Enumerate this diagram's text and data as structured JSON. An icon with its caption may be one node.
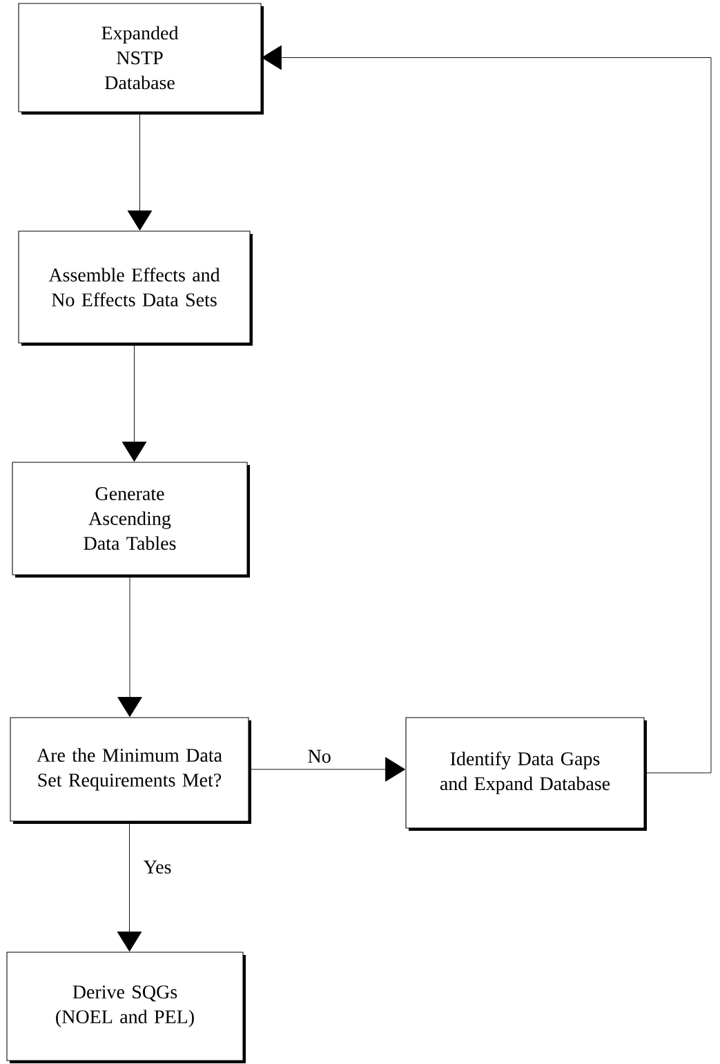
{
  "diagram": {
    "nodes": [
      {
        "text": [
          "Expanded NSTP Database"
        ]
      },
      {
        "text": [
          "Assemble Effects and No Effects Data Sets"
        ]
      },
      {
        "text": [
          "Generate Ascending Data Tables"
        ]
      },
      {
        "text": [
          "Are the Minimum Data Set Requirements Met?"
        ]
      },
      {
        "text": [
          "Identify Data Gaps and Expand Database"
        ]
      },
      {
        "text": [
          "Derive SQGs (NOEL and PEL)"
        ]
      }
    ],
    "edges": [
      {
        "from": 0,
        "to": 1,
        "arrow": "to"
      },
      {
        "from": 1,
        "to": 2,
        "arrow": "to"
      },
      {
        "from": 2,
        "to": 3,
        "arrow": "to"
      },
      {
        "from": 3,
        "to": 4,
        "arrow": "to",
        "label": "No"
      },
      {
        "from": 3,
        "to": 5,
        "arrow": "to",
        "label": "Yes"
      },
      {
        "from": 4,
        "to": 0,
        "arrow": "to"
      }
    ]
  }
}
